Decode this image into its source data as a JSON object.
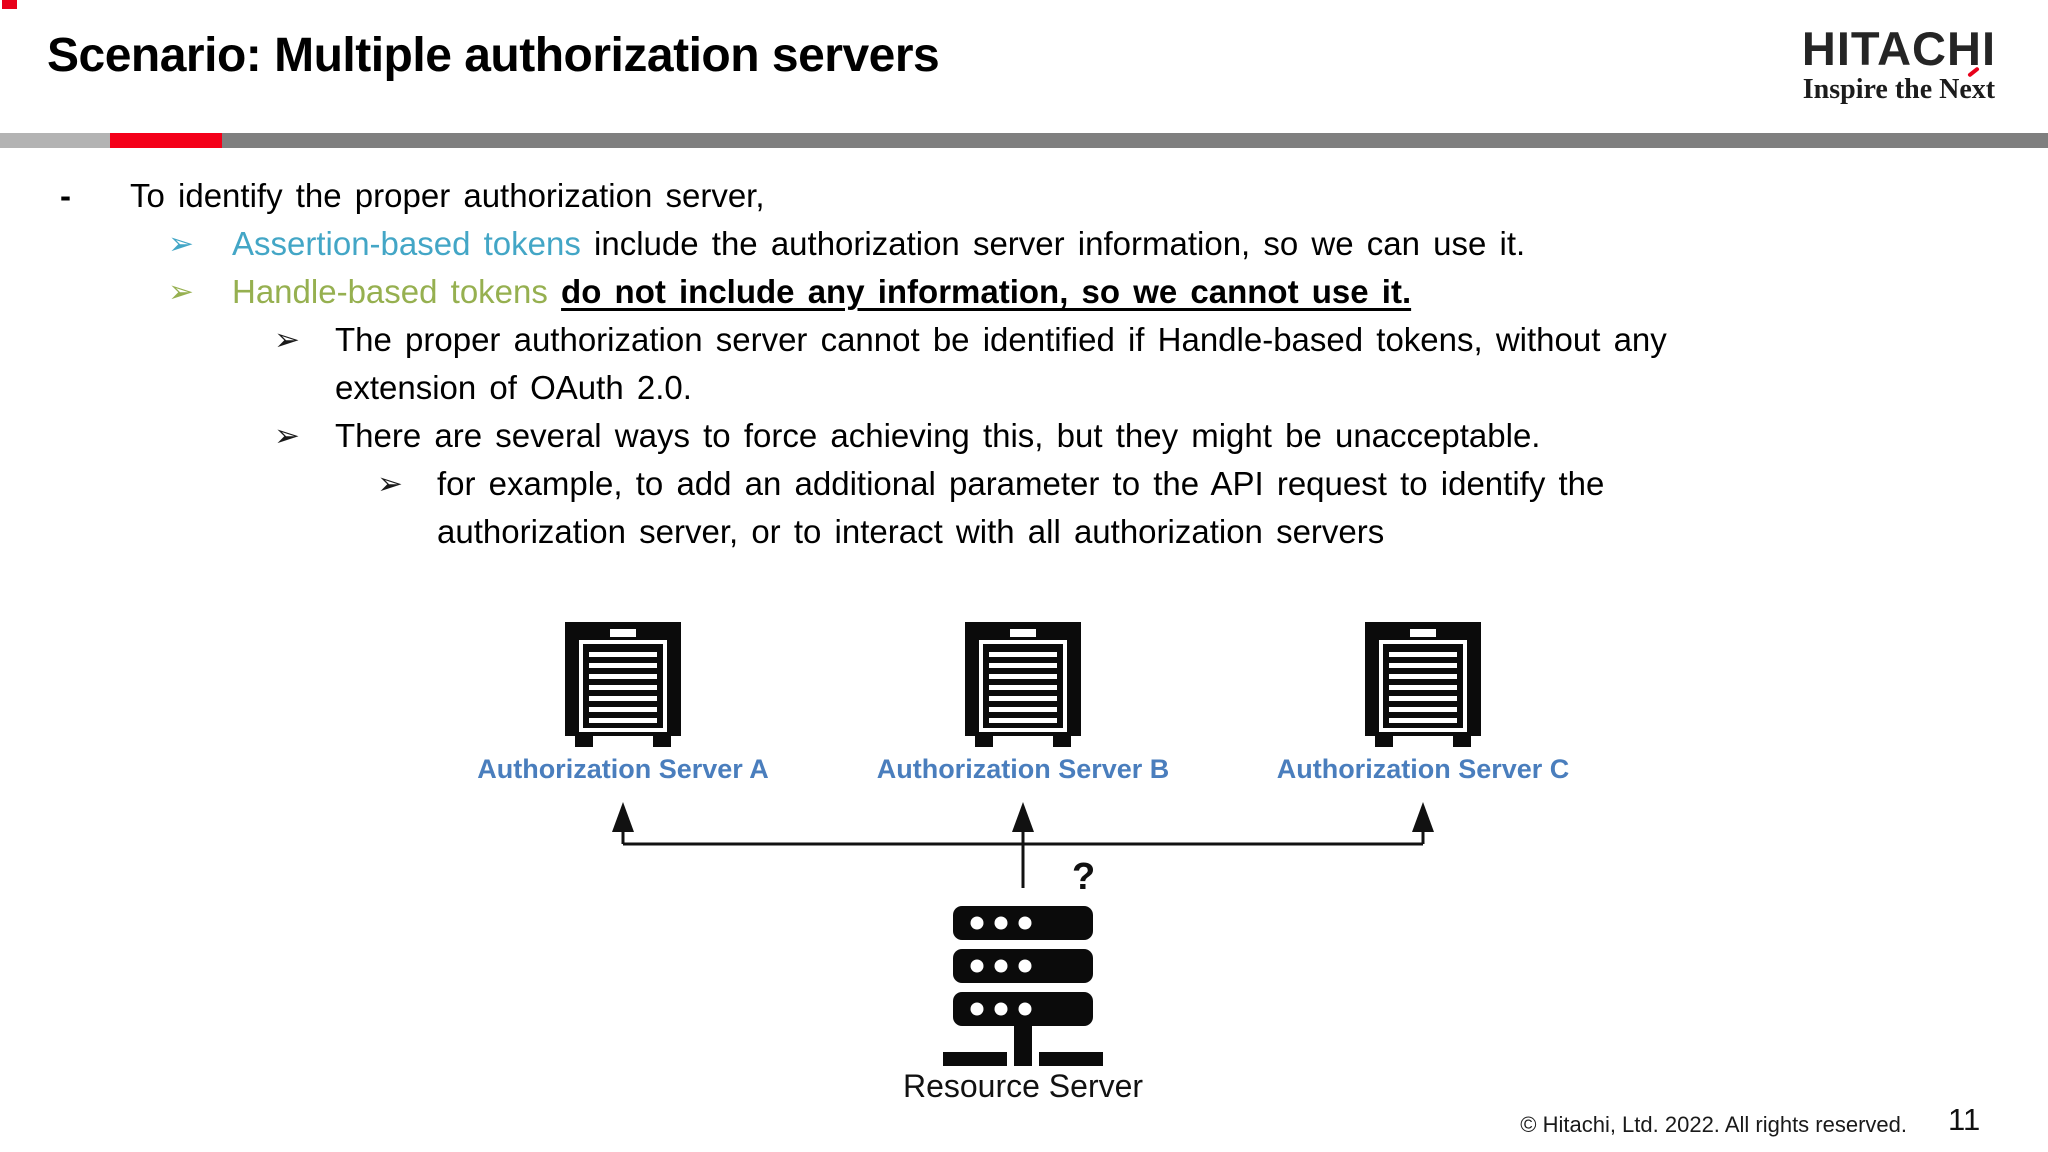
{
  "slide": {
    "title": "Scenario: Multiple authorization servers",
    "footer_copyright": "© Hitachi, Ltd. 2022. All rights reserved.",
    "page_number": "11"
  },
  "logo": {
    "brand": "HITACHI",
    "slogan": "Inspire the Next"
  },
  "colors": {
    "hitachi_red": "#e8001a",
    "divider_light_gray": "#b3b3b3",
    "divider_red": "#f40019",
    "divider_dark_gray": "#7f7f7f",
    "assertion_teal": "#43a6c6",
    "handle_olive": "#96b050",
    "server_label_blue": "#4a7ebd"
  },
  "bullets": {
    "dash_glyph": "-",
    "arrow_glyph": "➢",
    "level1": "To identify the proper authorization server,",
    "assertion_highlight": "Assertion-based tokens",
    "assertion_rest": "include the authorization server information, so we can use it.",
    "handle_highlight": "Handle-based tokens",
    "handle_rest": "do not include any information, so we cannot use it.",
    "sub1_line1": "The proper authorization server cannot be identified if Handle-based tokens, without any",
    "sub1_line2": "extension of OAuth 2.0.",
    "sub2": "There are several ways to force achieving this, but they might be unacceptable.",
    "sub3_line1": "for example, to add an additional parameter to the API request to identify the",
    "sub3_line2": "authorization server, or to interact with all authorization servers"
  },
  "diagram": {
    "servers": [
      {
        "label": "Authorization Server A"
      },
      {
        "label": "Authorization Server B"
      },
      {
        "label": "Authorization Server C"
      }
    ],
    "question_mark": "?",
    "resource_server_label": "Resource Server"
  }
}
